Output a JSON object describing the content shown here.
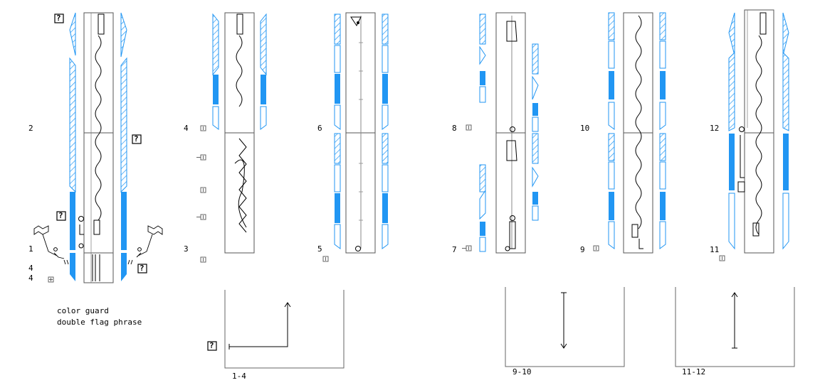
{
  "colors": {
    "accent": "#2196F3",
    "ink": "#000000",
    "frame": "#555555",
    "paper": "#ffffff"
  },
  "caption": {
    "line1": "color guard",
    "line2": "double flag phrase"
  },
  "counts": {
    "c1": "1",
    "c2": "2",
    "c3": "3",
    "c4": "4",
    "c4a": "4",
    "c4b": "4",
    "c5": "5",
    "c6": "6",
    "c7": "7",
    "c8": "8",
    "c9": "9",
    "c10": "10",
    "c11": "11",
    "c12": "12"
  },
  "path_labels": {
    "p14": "1-4",
    "p910": "9-10",
    "p1112": "11-12"
  },
  "icons": {
    "help": "?",
    "marker": "square-plus-marker"
  }
}
